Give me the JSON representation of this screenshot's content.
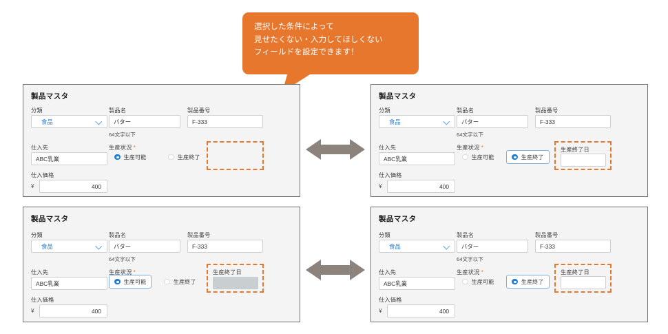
{
  "callout": {
    "text": "選択した条件によって\n見せたくない・入力してほしくない\nフィールドを設定できます！",
    "color": "#e8772e"
  },
  "labels": {
    "panel_title": "製品マスタ",
    "category": "分類",
    "product_name": "製品名",
    "product_number": "製品番号",
    "name_hint": "64文字以下",
    "supplier": "仕入先",
    "production_status": "生産状況",
    "required_mark": "*",
    "end_date": "生産終了日",
    "purchase_price": "仕入価格",
    "yen": "¥",
    "radio_available": "生産可能",
    "radio_discontinued": "生産終了"
  },
  "values": {
    "category": "食品",
    "product_name": "バター",
    "product_number": "F-333",
    "supplier": "ABC乳業",
    "purchase_price": "400",
    "end_date": ""
  },
  "panels": [
    {
      "id": "top-left",
      "selected_status": "生産可能",
      "end_date_field": "hidden",
      "radio_boxed": false
    },
    {
      "id": "top-right",
      "selected_status": "生産終了",
      "end_date_field": "visible-editable",
      "radio_boxed": true
    },
    {
      "id": "bottom-left",
      "selected_status": "生産可能",
      "end_date_field": "visible-disabled",
      "radio_boxed": true
    },
    {
      "id": "bottom-right",
      "selected_status": "生産終了",
      "end_date_field": "visible-editable",
      "radio_boxed": true
    }
  ],
  "colors": {
    "accent_orange": "#e8772e",
    "accent_blue": "#1f7fd4",
    "arrow_gray": "#8c837d",
    "panel_bg": "#f4f4f4",
    "disabled_gray": "#c9ced1"
  }
}
